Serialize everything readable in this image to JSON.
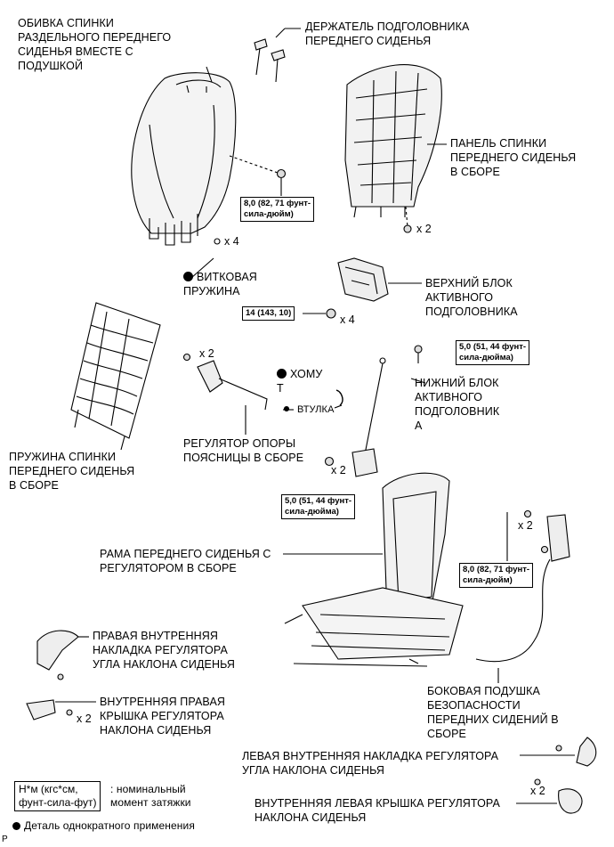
{
  "labels": {
    "seatback_cover": "ОБИВКА СПИНКИ\nРАЗДЕЛЬНОГО ПЕРЕДНЕГО\nСИДЕНЬЯ ВМЕСТЕ С\nПОДУШКОЙ",
    "headrest_support": "ДЕРЖАТЕЛЬ ПОДГОЛОВНИКА\nПЕРЕДНЕГО СИДЕНЬЯ",
    "seatback_panel": "ПАНЕЛЬ СПИНКИ\nПЕРЕДНЕГО СИДЕНЬЯ\nВ СБОРЕ",
    "hog_ring": "ВИТКОВАЯ\nПРУЖИНА",
    "upper_active_headrest": "ВЕРХНИЙ БЛОК\nАКТИВНОГО\nПОДГОЛОВНИКА",
    "seatback_spring": "ПРУЖИНА СПИНКИ\nПЕРЕДНЕГО СИДЕНЬЯ\nВ СБОРЕ",
    "clamp": "ХОМУ\nТ",
    "bushing": "ВТУЛКА",
    "lumbar_adjuster": "РЕГУЛЯТОР ОПОРЫ\nПОЯСНИЦЫ В СБОРЕ",
    "lower_active_headrest": "НИЖНИЙ БЛОК\nАКТИВНОГО\nПОДГОЛОВНИК\nА",
    "seat_frame": "РАМА ПЕРЕДНЕГО СИДЕНЬЯ С\nРЕГУЛЯТОРОМ В СБОРЕ",
    "rh_inner_recliner_cover": "ПРАВАЯ ВНУТРЕННЯЯ\nНАКЛАДКА РЕГУЛЯТОРА\nУГЛА НАКЛОНА СИДЕНЬЯ",
    "rh_inner_recliner_cap": "ВНУТРЕННЯЯ ПРАВАЯ\nКРЫШКА РЕГУЛЯТОРА\nНАКЛОНА СИДЕНЬЯ",
    "side_airbag": "БОКОВАЯ ПОДУШКА\nБЕЗОПАСНОСТИ\nПЕРЕДНИХ СИДЕНИЙ В\nСБОРЕ",
    "lh_inner_recliner_cover": "ЛЕВАЯ ВНУТРЕННЯЯ НАКЛАДКА РЕГУЛЯТОРА\nУГЛА НАКЛОНА СИДЕНЬЯ",
    "lh_inner_recliner_cap": "ВНУТРЕННЯЯ ЛЕВАЯ КРЫШКА РЕГУЛЯТОРА\nНАКЛОНА СИДЕНЬЯ"
  },
  "torques": {
    "t1": "8,0 (82, 71 фунт-\nсила-дюйм)",
    "t2": "14 (143, 10)",
    "t3": "5,0 (51, 44 фунт-\nсила-дюйма)",
    "t4": "5,0 (51, 44 фунт-\nсила-дюйма)",
    "t5": "8,0 (82, 71 фунт-\nсила-дюйм)"
  },
  "quantities": {
    "hog_ring_qty": "x 4",
    "panel_qty": "x 2",
    "upper_nut_qty": "x 4",
    "lumbar_qty": "x 2",
    "lower_qty": "x 2",
    "airbag_qty": "x 2",
    "rh_cap_qty": "x 2",
    "lh_cap_qty": "x 2"
  },
  "legend": {
    "torque_box": "Н*м (кгс*см,\nфунт-сила-фут)",
    "torque_desc": ": номинальный\nмомент затяжки",
    "non_reusable": "Деталь однократного применения"
  },
  "footer_code": "P"
}
